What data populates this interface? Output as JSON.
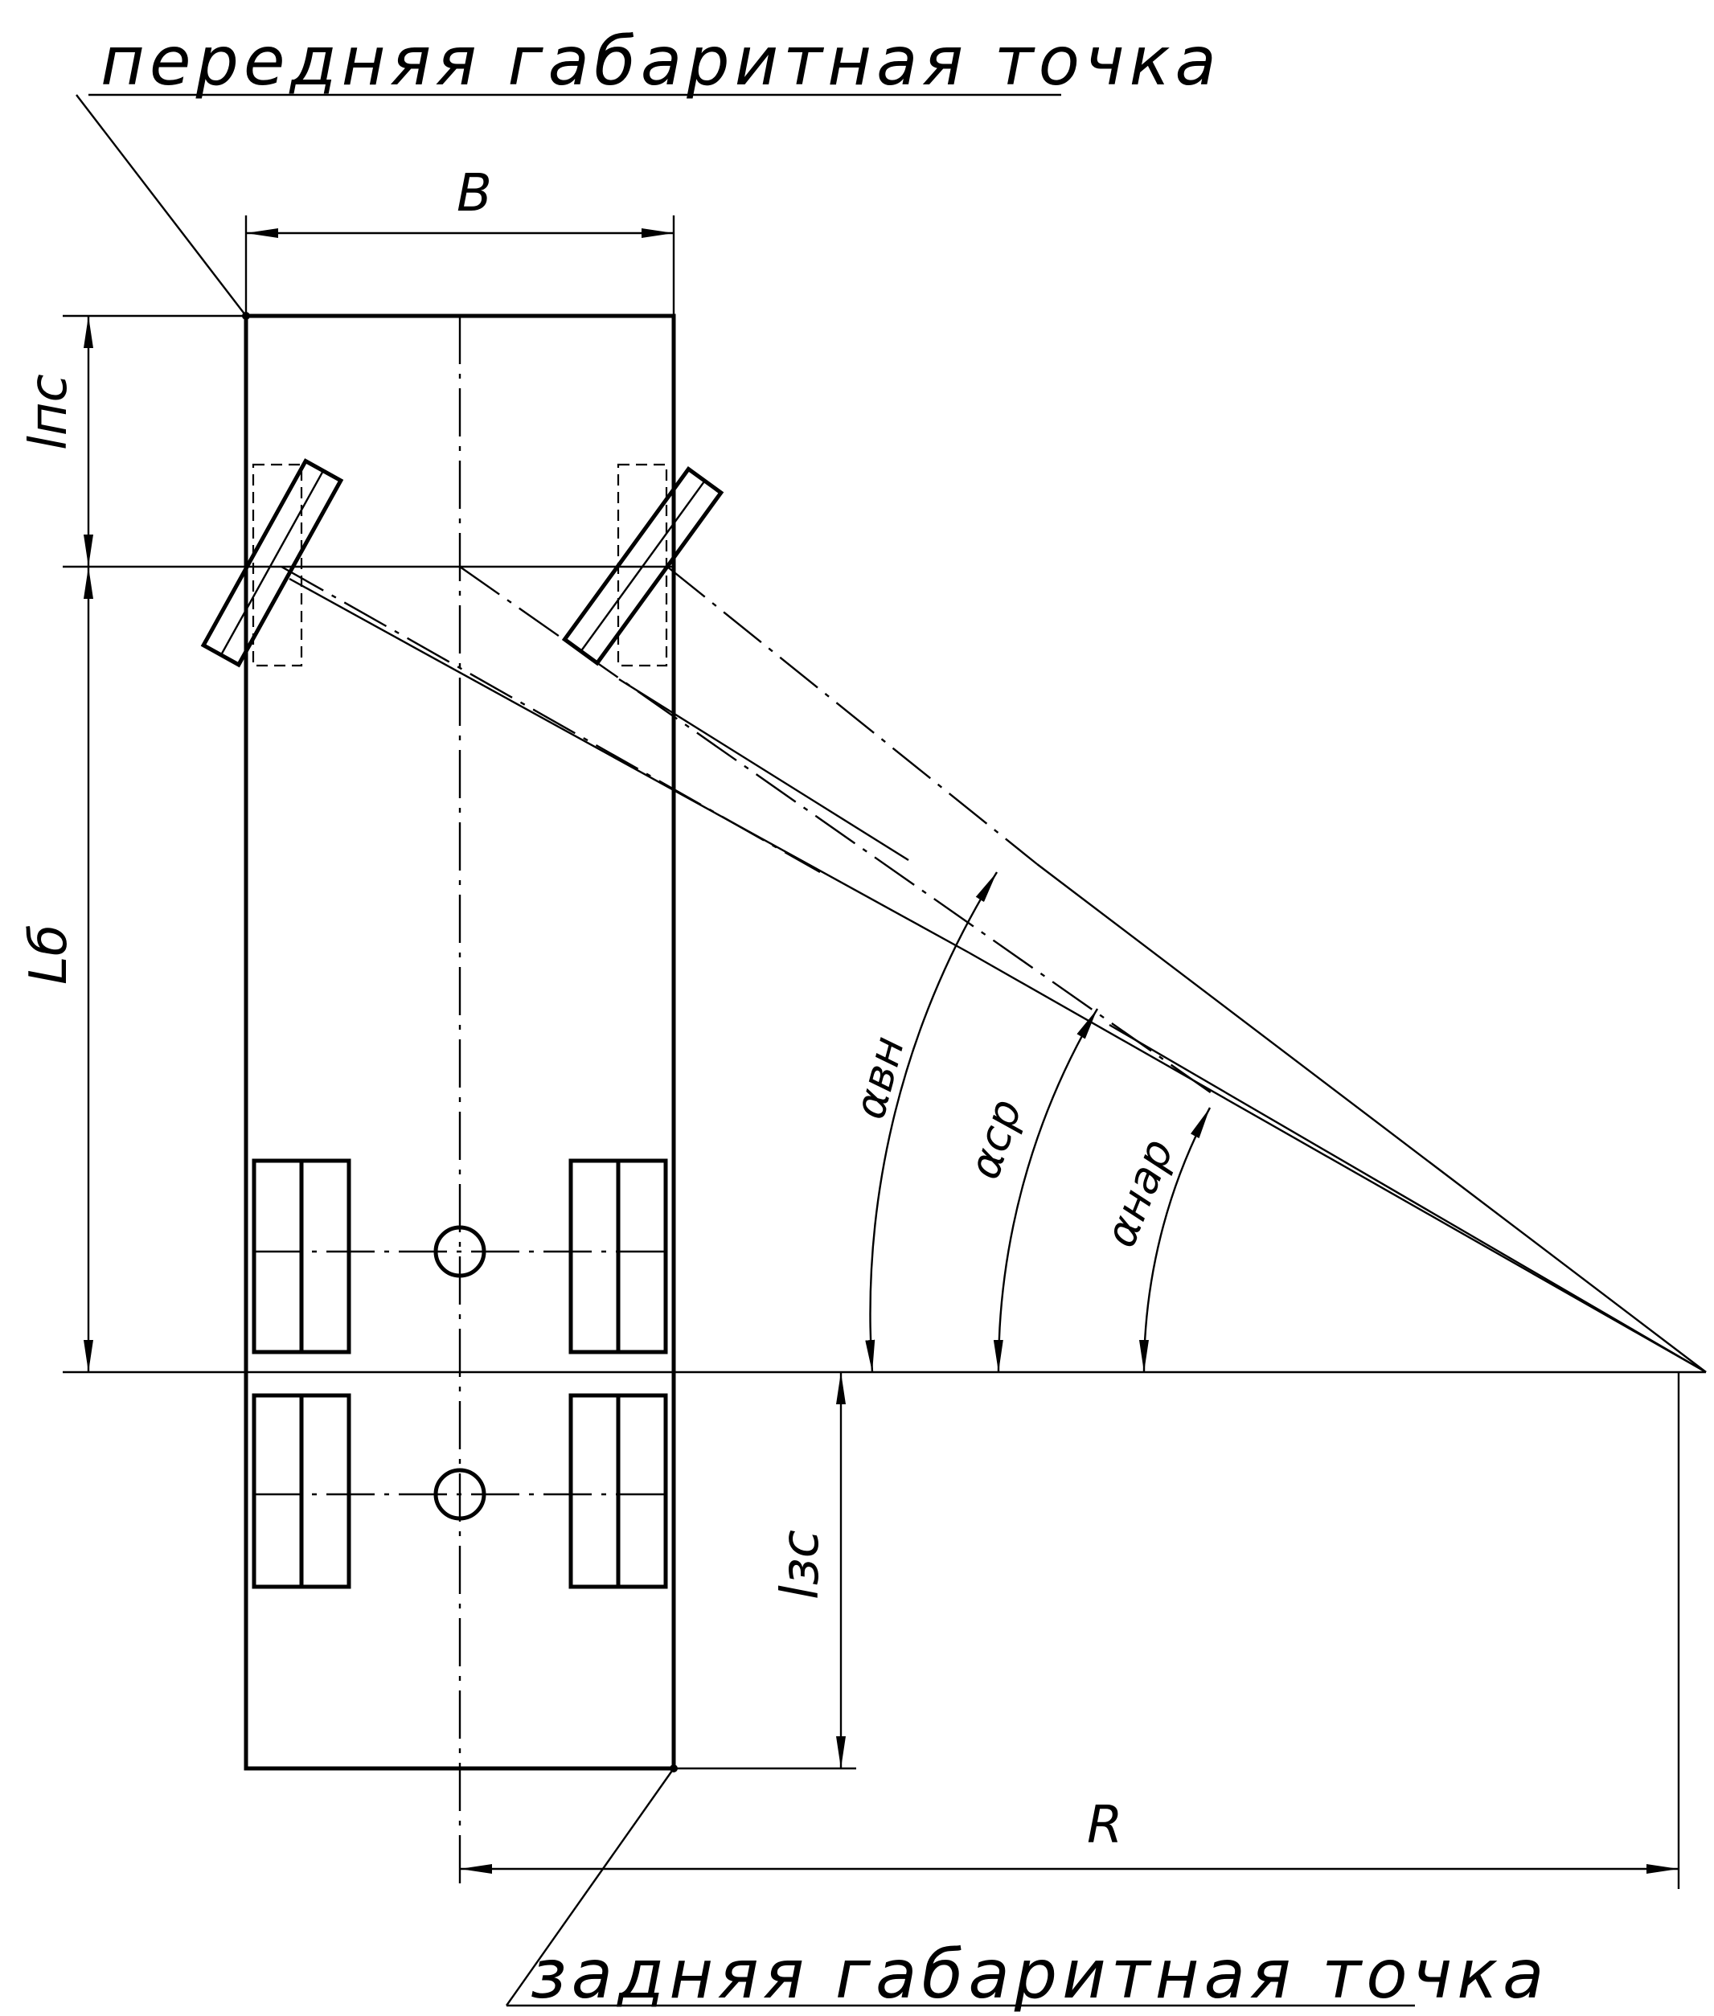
{
  "labels": {
    "front_point": "передняя габаритная точка",
    "rear_point": "задняя габаритная точка",
    "width": "B",
    "front_overhang": "lпс",
    "wheelbase": "Lб",
    "rear_overhang": "lзс",
    "radius": "R",
    "angle_inner": "αвн",
    "angle_mid": "αср",
    "angle_outer": "αнар"
  }
}
